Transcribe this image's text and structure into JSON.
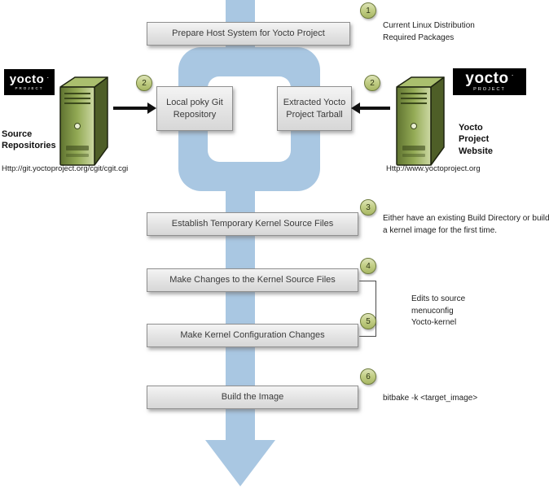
{
  "colors": {
    "flow_arrow": "#a9c7e2",
    "step_circle": "#c3cf87",
    "server_green": "#8aa14b",
    "logo_bg": "#000000"
  },
  "flow": {
    "step1": {
      "num": "1",
      "label": "Prepare Host System for Yocto Project",
      "note": "Current Linux Distribution\nRequired Packages"
    },
    "step2_left": {
      "num": "2",
      "label": "Local poky Git Repository"
    },
    "step2_right": {
      "num": "2",
      "label": "Extracted Yocto Project Tarball"
    },
    "step3": {
      "num": "3",
      "label": "Establish Temporary Kernel Source Files",
      "note": "Either have an existing Build Directory or build a kernel image for the first time."
    },
    "step4": {
      "num": "4",
      "label": "Make Changes to the Kernel Source Files"
    },
    "step45_note": "Edits to source\nmenuconfig\nYocto-kernel",
    "step5": {
      "num": "5",
      "label": "Make Kernel Configuration Changes"
    },
    "step6": {
      "num": "6",
      "label": "Build the Image",
      "note": "bitbake -k <target_image>"
    }
  },
  "sources": {
    "left": {
      "title": "Source Repositories",
      "url": "Http://git.yoctoproject.org/cgit/cgit.cgi"
    },
    "right": {
      "title": "Yocto Project Website",
      "url": "Http://www.yoctoproject.org"
    }
  },
  "logo": {
    "word": "yocto",
    "mark": "·",
    "sub": "PROJECT"
  }
}
